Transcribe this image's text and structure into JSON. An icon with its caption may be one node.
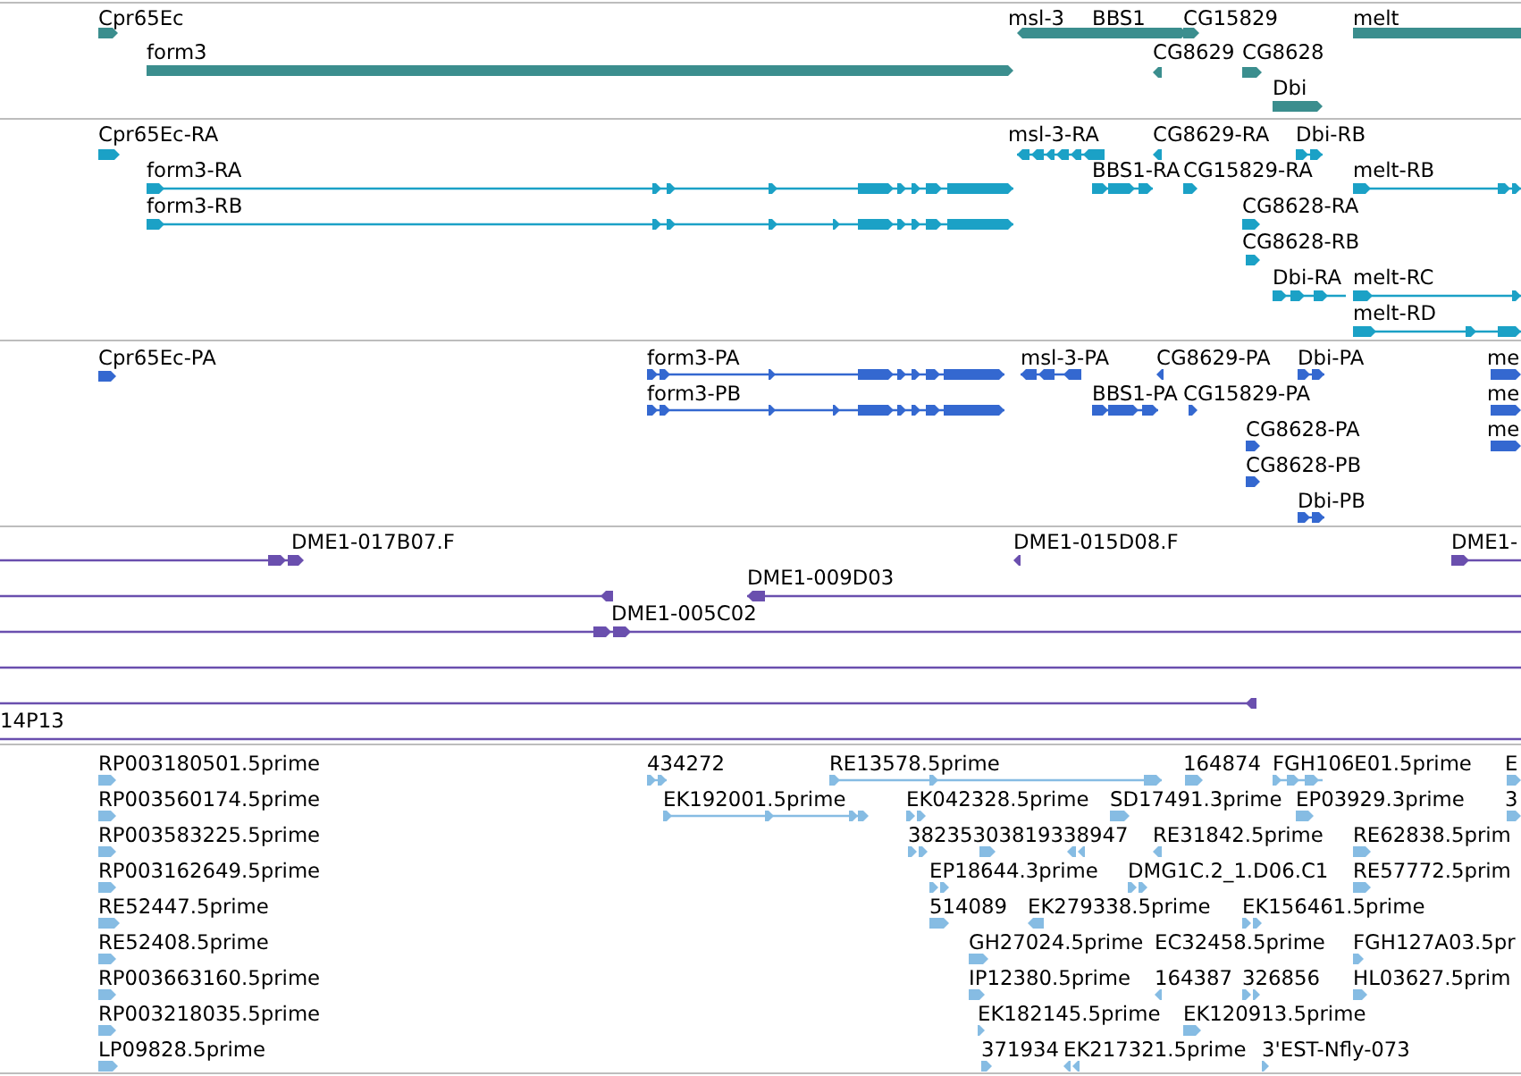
{
  "diagram": {
    "labels": [
      "Cpr65Ec",
      "msl-3",
      "BBS1",
      "CG15829",
      "melt",
      "form3",
      "CG8629",
      "CG8628",
      "Dbi",
      "Cpr65Ec-RA",
      "msl-3-RA",
      "CG8629-RA",
      "Dbi-RB",
      "form3-RA",
      "BBS1-RA",
      "CG15829-RA",
      "melt-RB",
      "form3-RB",
      "CG8628-RA",
      "CG8628-RB",
      "Dbi-RA",
      "melt-RC",
      "melt-RD",
      "Cpr65Ec-PA",
      "form3-PA",
      "msl-3-PA",
      "CG8629-PA",
      "Dbi-PA",
      "me",
      "form3-PB",
      "BBS1-PA",
      "CG15829-PA",
      "me",
      "CG8628-PA",
      "me",
      "CG8628-PB",
      "Dbi-PB",
      "DME1-017B07.F",
      "DME1-015D08.F",
      "DME1-",
      "DME1-009D03",
      "DME1-005C02",
      "14P13",
      "RP003180501.5prime",
      "434272",
      "RE13578.5prime",
      "164874",
      "FGH106E01.5prime",
      "E",
      "RP003560174.5prime",
      "EK192001.5prime",
      "EK042328.5prime",
      "SD17491.3prime",
      "EP03929.3prime",
      "3",
      "RP003583225.5prime",
      "38235303819338947",
      "RE31842.5prime",
      "RE62838.5prim",
      "RP003162649.5prime",
      "EP18644.3prime",
      "DMG1C.2_1.D06.C1",
      "RE57772.5prim",
      "RE52447.5prime",
      "514089",
      "EK279338.5prime",
      "EK156461.5prime",
      "RE52408.5prime",
      "GH27024.5prime",
      "EC32458.5prime",
      "FGH127A03.5pr",
      "RP003663160.5prime",
      "IP12380.5prime",
      "164387",
      "326856",
      "HL03627.5prim",
      "RP003218035.5prime",
      "EK182145.5prime",
      "EK120913.5prime",
      "LP09828.5prime",
      "371934",
      "EK217321.5prime",
      "3'EST-Nfly-073"
    ]
  }
}
